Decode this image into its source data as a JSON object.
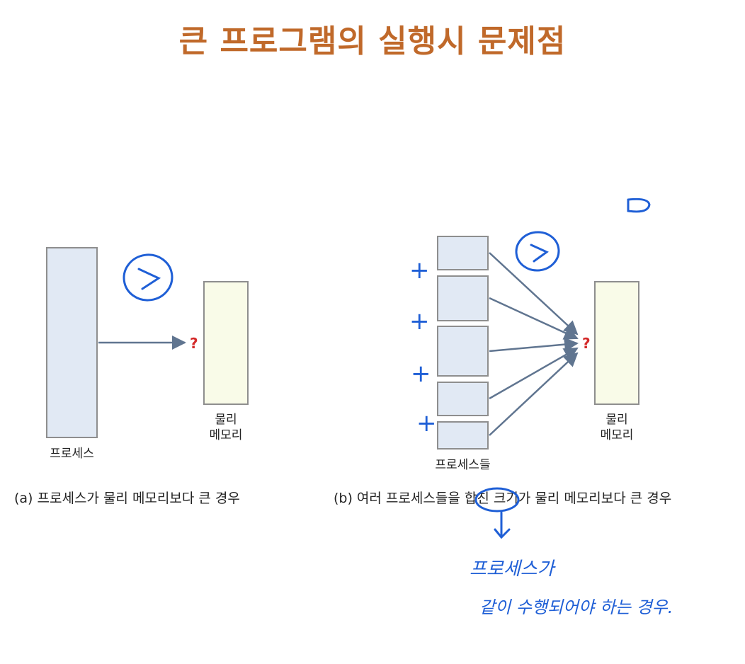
{
  "title": "큰 프로그램의 실행시 문제점",
  "diagram_a": {
    "process_label": "프로세스",
    "memory_label_line1": "물리",
    "memory_label_line2": "메모리",
    "question_mark": "?",
    "caption": "(a) 프로세스가 물리 메모리보다 큰 경우"
  },
  "diagram_b": {
    "processes_label": "프로세스들",
    "memory_label_line1": "물리",
    "memory_label_line2": "메모리",
    "question_mark": "?",
    "caption": "(b) 여러 프로세스들을 합친 크기가 물리 메모리보다 큰 경우"
  },
  "annotations": {
    "plus_sign": "+",
    "note_line1": "프로세스가",
    "note_line2": "같이 수행되어야 하는 경우.",
    "ink_color": "#1f5fd6"
  }
}
